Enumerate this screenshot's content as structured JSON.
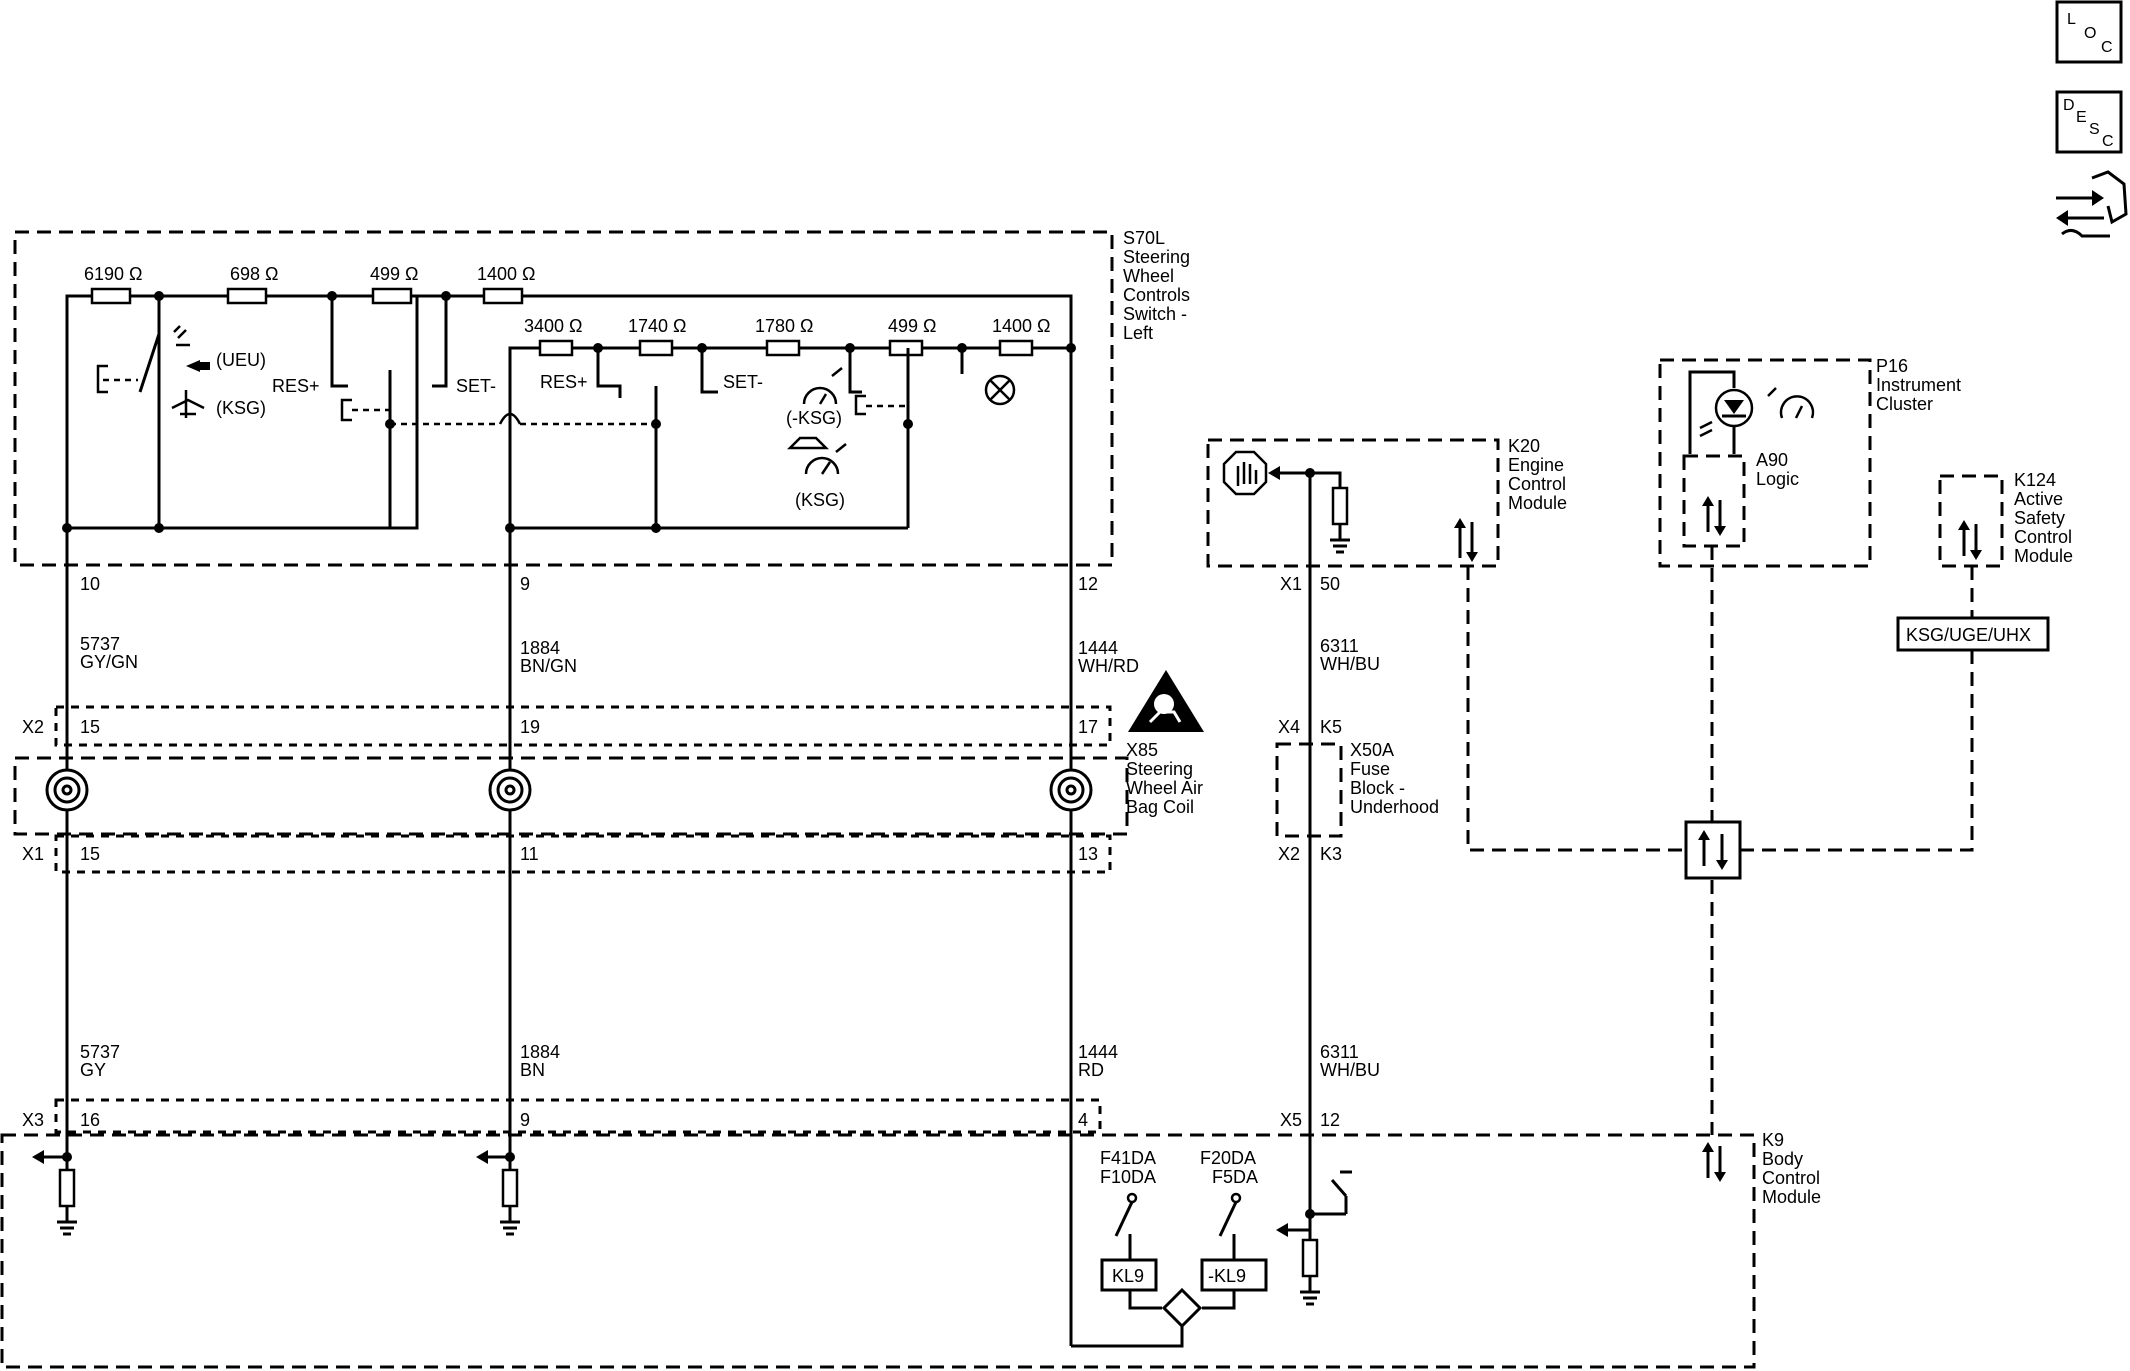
{
  "nav_icons": {
    "loc": [
      "L",
      "O",
      "C"
    ],
    "desc": [
      "D",
      "E",
      "S",
      "C"
    ],
    "back_icon": "arrows-hand-icon"
  },
  "components": {
    "s70l": [
      "S70L",
      "Steering",
      "Wheel",
      "Controls",
      "Switch -",
      "Left"
    ],
    "k20": [
      "K20",
      "Engine",
      "Control",
      "Module"
    ],
    "p16": [
      "P16",
      "Instrument",
      "Cluster"
    ],
    "a90": [
      "A90",
      "Logic"
    ],
    "k124": [
      "K124",
      "Active",
      "Safety",
      "Control",
      "Module"
    ],
    "x85": [
      "X85",
      "Steering",
      "Wheel Air",
      "Bag Coil"
    ],
    "x50a": [
      "X50A",
      "Fuse",
      "Block -",
      "Underhood"
    ],
    "k9": [
      "K9",
      "Body",
      "Control",
      "Module"
    ]
  },
  "resistors_top": [
    "6190 Ω",
    "698 Ω",
    "499 Ω",
    "1400 Ω"
  ],
  "resistors_second": [
    "3400 Ω",
    "1740 Ω",
    "1780 Ω",
    "499 Ω",
    "1400 Ω"
  ],
  "switch_labels": {
    "ueu": "(UEU)",
    "ksg": "(KSG)",
    "res_plus_1": "RES+",
    "set_minus_1": "SET-",
    "res_plus_2": "RES+",
    "set_minus_2": "SET-",
    "neg_ksg": "(-KSG)",
    "ksg_2": "(KSG)"
  },
  "connectors": {
    "x1": "X1",
    "x2": "X2",
    "x3": "X3",
    "x4": "X4",
    "x1_k20": "X1",
    "x2_fuse": "X2",
    "x5": "X5"
  },
  "pins": {
    "s70l": [
      "10",
      "9",
      "12"
    ],
    "x2": [
      "15",
      "19",
      "17"
    ],
    "x1": [
      "15",
      "11",
      "13"
    ],
    "x3": [
      "16",
      "9",
      "4"
    ],
    "k20": "50",
    "x4": "K5",
    "x2_fuse": "K3",
    "x5": "12"
  },
  "wires": {
    "upper": [
      {
        "circuit": "5737",
        "color": "GY/GN"
      },
      {
        "circuit": "1884",
        "color": "BN/GN"
      },
      {
        "circuit": "1444",
        "color": "WH/RD"
      },
      {
        "circuit": "6311",
        "color": "WH/BU"
      }
    ],
    "lower": [
      {
        "circuit": "5737",
        "color": "GY"
      },
      {
        "circuit": "1884",
        "color": "BN"
      },
      {
        "circuit": "1444",
        "color": "RD"
      },
      {
        "circuit": "6311",
        "color": "WH/BU"
      }
    ]
  },
  "options_box": "KSG/UGE/UHX",
  "fuses": {
    "left": [
      "F41DA",
      "F10DA"
    ],
    "right": [
      "F20DA",
      "F5DA"
    ]
  },
  "relays": {
    "kl9": "KL9",
    "neg_kl9": "-KL9"
  },
  "icons": [
    "airbag-warning-icon",
    "stop-hand-icon",
    "cruise-control-icon",
    "led-indicator-icon",
    "bidirectional-data-icon",
    "cancel-icon",
    "coil-icon",
    "ground-icon"
  ]
}
